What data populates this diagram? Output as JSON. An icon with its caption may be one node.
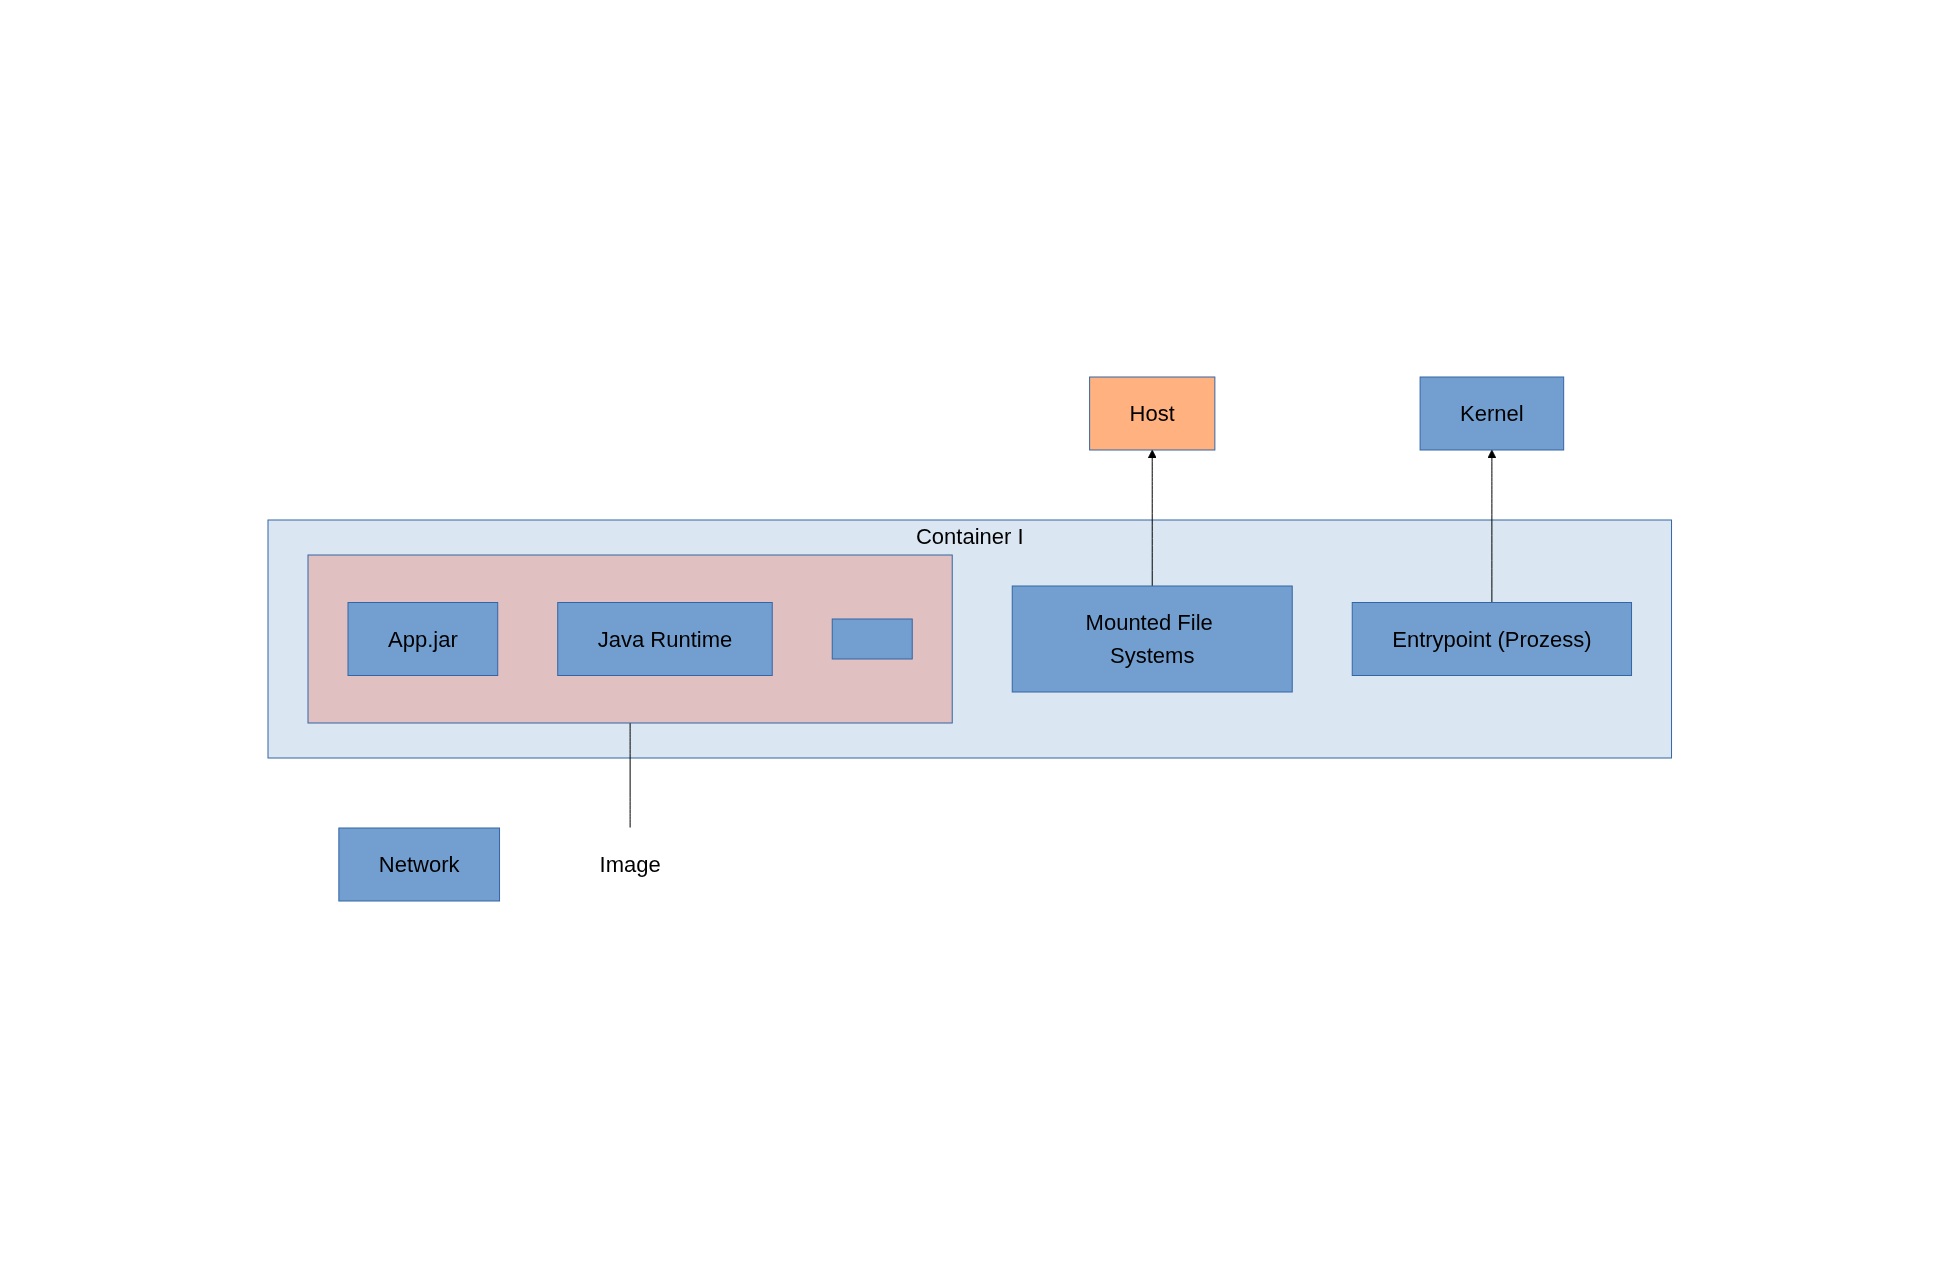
{
  "diagram": {
    "nodes": [
      {
        "text": [
          "Host"
        ]
      },
      {
        "text": [
          "Kernel"
        ]
      },
      {
        "text": [
          "Container I"
        ]
      },
      {
        "text": [
          "Network"
        ]
      },
      {
        "text": [
          "Mounted File Systems"
        ],
        "in": 2
      },
      {
        "text": [
          "Entrypoint (Prozess)"
        ],
        "in": 2
      },
      {
        "text": [],
        "shape": "box",
        "in": 2
      },
      {
        "text": [
          "App.jar"
        ],
        "in": 6
      },
      {
        "text": [
          "Java Runtime"
        ],
        "in": 6
      },
      {
        "text": [],
        "shape": "box",
        "in": 6
      },
      {
        "text": [
          "Image"
        ]
      }
    ],
    "edges": [
      {
        "from": 5,
        "to": 1,
        "arrow": "to"
      },
      {
        "from": 4,
        "to": 0,
        "arrow": "to"
      },
      {
        "from": 10,
        "to": 6,
        "arrow": "none"
      }
    ]
  }
}
